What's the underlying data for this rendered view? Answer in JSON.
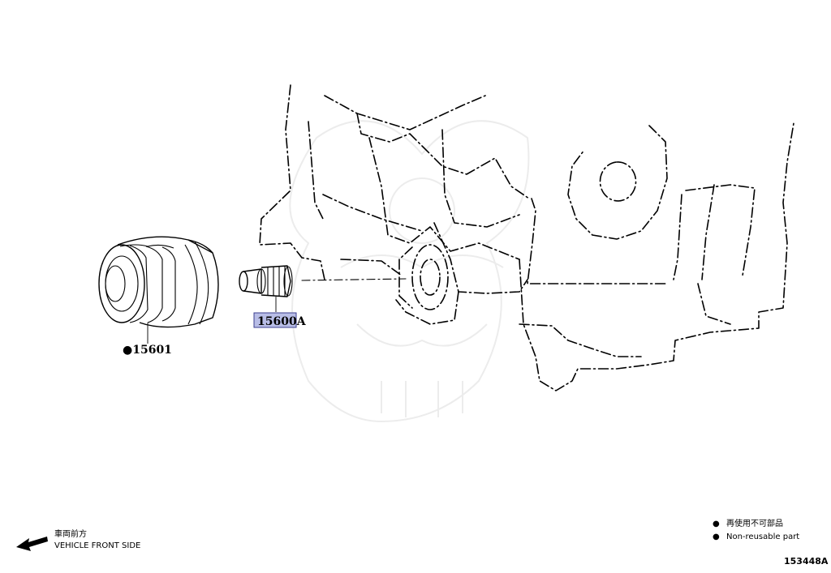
{
  "callouts": {
    "oil_filter": {
      "bullet": "●",
      "part_number": "15601"
    },
    "union": {
      "part_number": "15600A"
    }
  },
  "vehicle_front": {
    "label_jp": "車両前方",
    "label_en": "VEHICLE FRONT SIDE"
  },
  "legend": {
    "bullet": "●",
    "line_jp": "再使用不可部品",
    "line_en": "Non-reusable part"
  },
  "reference_number": "153448A",
  "colors": {
    "highlight_fill": "#b8bde6",
    "highlight_stroke": "#3b3f8f",
    "watermark": "#ececec"
  }
}
